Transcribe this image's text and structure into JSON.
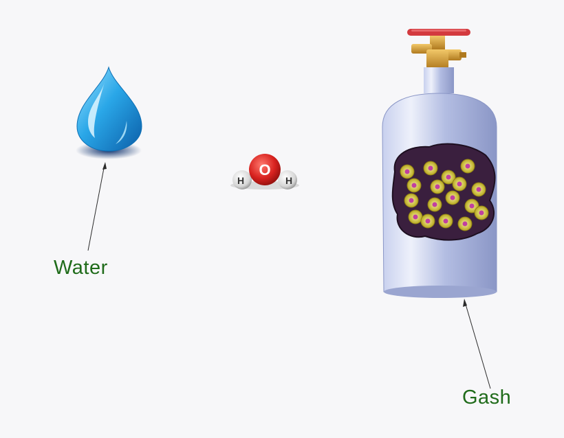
{
  "labels": {
    "water": "Water",
    "gas": "Gash"
  },
  "molecule": {
    "center_atom": "O",
    "left_atom": "H",
    "right_atom": "H"
  },
  "icons": {
    "drop": "water-drop-icon",
    "molecule": "water-molecule-icon",
    "cylinder": "gas-cylinder-icon"
  },
  "colors": {
    "label_text": "#1f6b1a",
    "drop": "#2aa7e8",
    "oxygen": "#d8221f",
    "hydrogen": "#e6e6e6",
    "cylinder": "#a9b4dc",
    "gas_window": "#3a1f3e",
    "gas_particle": "#e6d84a",
    "valve_wheel": "#d33a3f",
    "valve_brass": "#d9a13a"
  }
}
